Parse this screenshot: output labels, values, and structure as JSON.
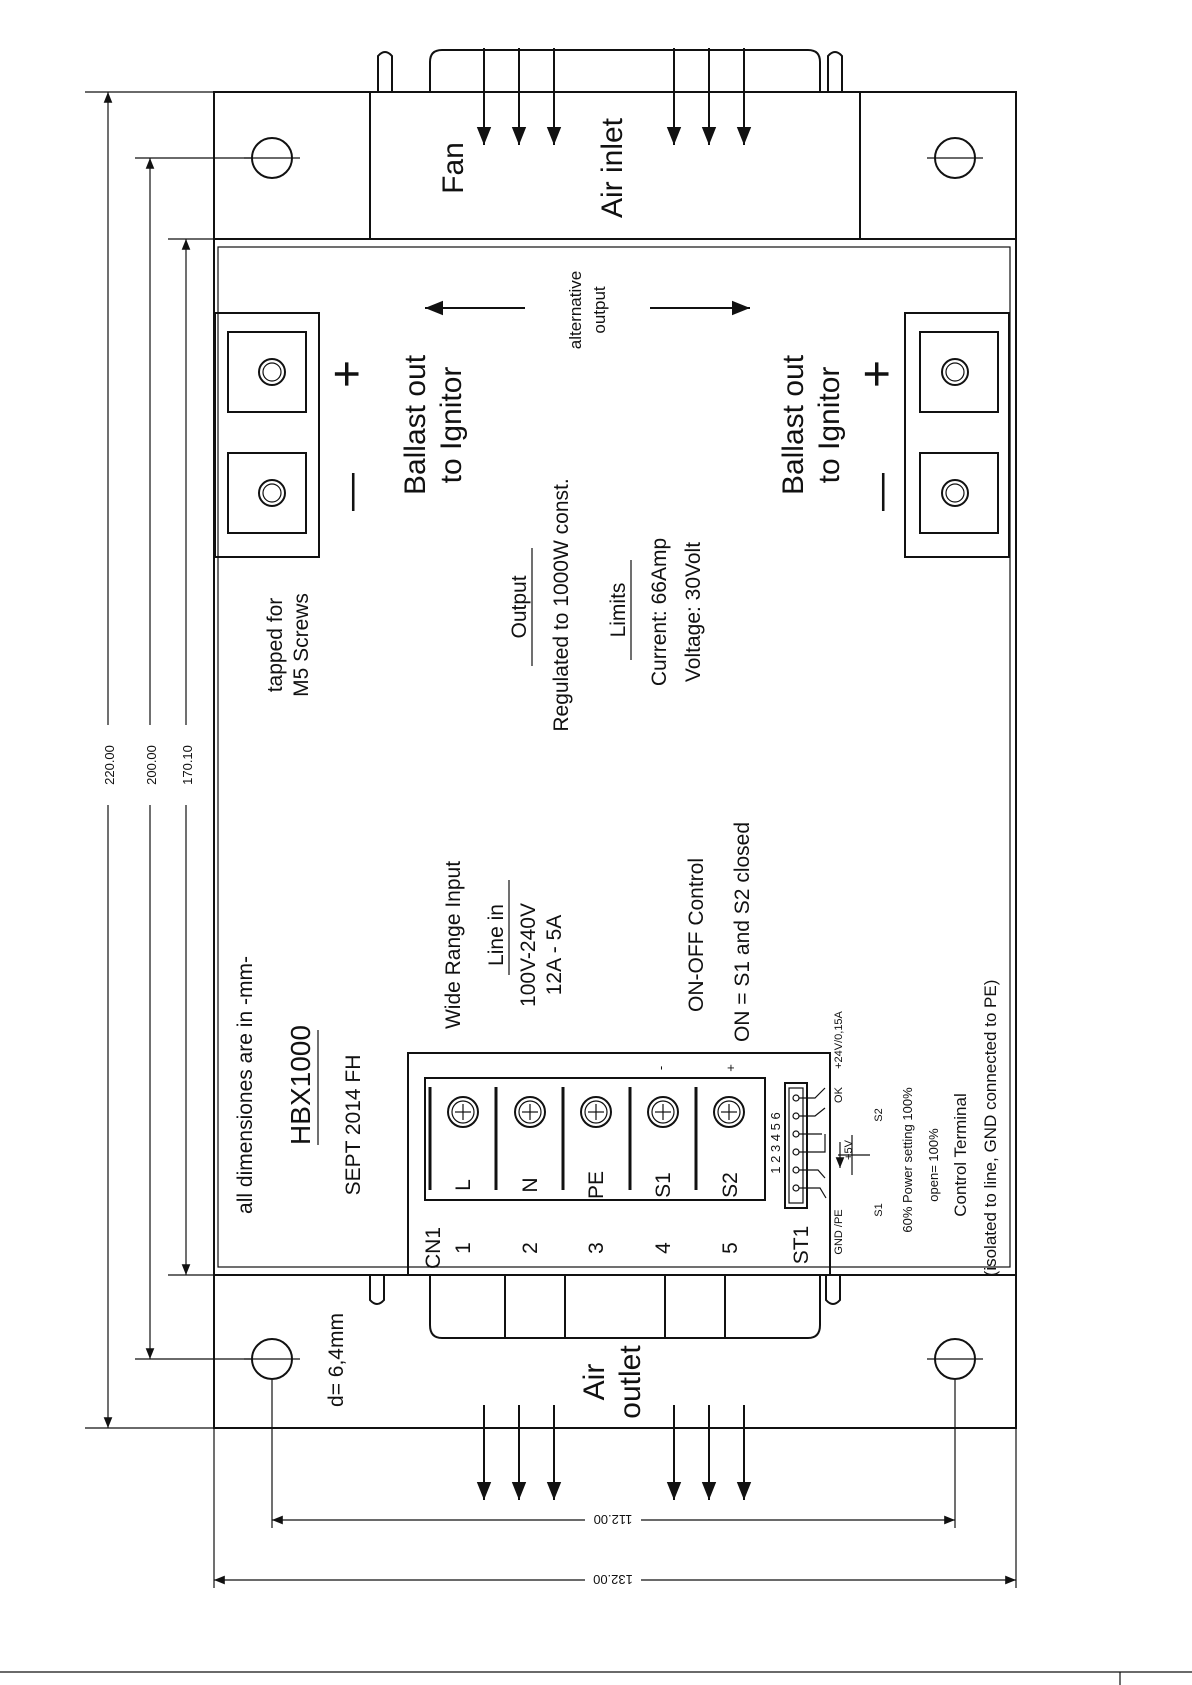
{
  "labels": {
    "fan": "Fan",
    "air_inlet": "Air inlet",
    "air_outlet_line1": "Air",
    "air_outlet_line2": "outlet",
    "alternative_output_line1": "alternative",
    "alternative_output_line2": "output",
    "ballast_line1": "Ballast out",
    "ballast_line2": "to Ignitor",
    "plus": "+",
    "minus": "—",
    "tapped_line1": "tapped for",
    "tapped_line2": "M5 Screws",
    "output_heading": "Output",
    "output_regulated": "Regulated to 1000W const.",
    "limits_heading": "Limits",
    "limits_current": "Current: 66Amp",
    "limits_voltage": "Voltage: 30Volt",
    "wide_range": "Wide Range Input",
    "line_in": "Line in",
    "line_voltage": "100V-240V",
    "line_current": "12A - 5A",
    "onoff_heading": "ON-OFF Control",
    "onoff_rule": "ON = S1 and S2 closed",
    "dimensions_note": "all dimensiones are in -mm-",
    "model": "HBX1000",
    "date": "SEPT 2014  FH",
    "hole": "d= 6,4mm",
    "cn1": "CN1",
    "st1": "ST1",
    "control_terminal": "Control Terminal",
    "control_isolation": "(isolated to line, GND connected to PE)",
    "power_setting": "60%  Power setting  100%",
    "open_setting": "open= 100%",
    "st1_pins": "1 2 3 4 5 6",
    "gnd_pe": "GND /PE",
    "plus5v": "+5V",
    "ok_label": "OK",
    "plus24v": "+24V/0,15A",
    "s1": "S1",
    "s2": "S2",
    "s1_plus_marker": "-",
    "s2_plus_marker": "+"
  },
  "cn1_terminals": [
    {
      "number": "1",
      "label": "L"
    },
    {
      "number": "2",
      "label": "N"
    },
    {
      "number": "3",
      "label": "PE"
    },
    {
      "number": "4",
      "label": "S1"
    },
    {
      "number": "5",
      "label": "S2"
    }
  ],
  "dimensions": {
    "d220": "220.00",
    "d200": "200.00",
    "d170": "170.10",
    "d112": "112.00",
    "d132": "132.00"
  }
}
